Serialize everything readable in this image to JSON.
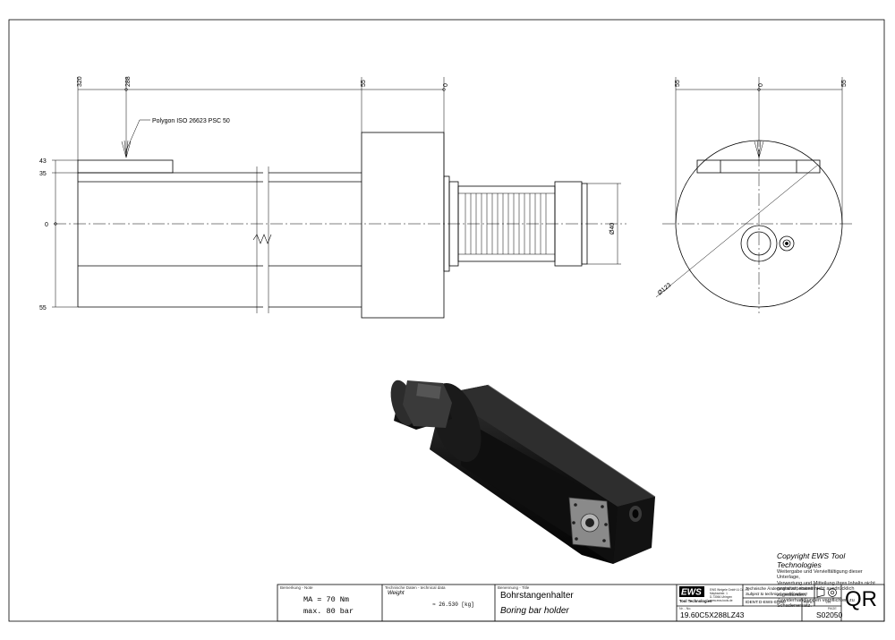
{
  "drawing": {
    "front_view": {
      "dimensions_top": [
        "320",
        "288",
        "55",
        "0"
      ],
      "dimensions_left": [
        "43",
        "35",
        "0",
        "55"
      ],
      "diameter": "Ø40",
      "callout": "Polygon ISO 26623 PSC 50"
    },
    "side_view": {
      "dimensions_top": [
        "55",
        "0",
        "55"
      ],
      "diameter": "Ø123"
    }
  },
  "copyright": {
    "title": "Copyright EWS Tool Technologies",
    "lines": [
      "Weitergabe und Vervielfältigung dieser Unterlage,",
      "Verwertung und Mitteilung ihres Inhalts nicht",
      "gestattet, soweit nicht ausdrücklich zugestanden.",
      "Zuwiderhandlungen verpflichten zu Schadenersatz."
    ]
  },
  "title_block": {
    "remark_header": "Bemerkung - Note",
    "remark_lines": [
      "MA = 70 Nm",
      "max. 80 bar"
    ],
    "tech_header": "Technische Daten - technical data",
    "weight_label": "Weight",
    "weight_value": "≈ 26.530 [kg]",
    "designation_header": "Benennung - Title",
    "title_de": "Bohrstangenhalter",
    "title_en": "Boring bar holder",
    "logo": "EWS",
    "logo_sub": "Tool Technologies",
    "company_lines": [
      "EWS Weigele GmbH & Co. KG",
      "Maybachstr. 1",
      "D-73066 Uhingen",
      "www.ews-tools.de"
    ],
    "modification_lines": [
      "Technische Änderungen vorbehalten!",
      "Subject to technical modifications!"
    ],
    "ident_label": "IDENT:",
    "ident_value": "D-EWS-02960",
    "rev_label": "REV.",
    "rev_value": "-/A",
    "no_label": "Nr. - No.",
    "part_number": "19.60C5X288LZ43",
    "page_label": "PAGE",
    "page_value": "S02050",
    "qr": "QR"
  }
}
